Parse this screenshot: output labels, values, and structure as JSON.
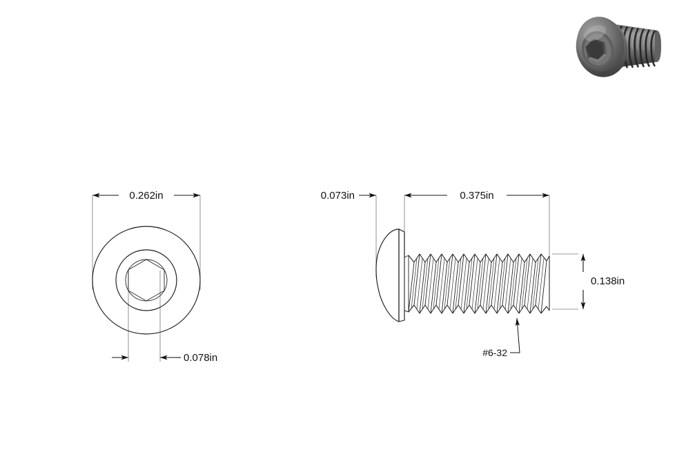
{
  "drawing": {
    "title": "Button Head Socket Cap Screw Technical Drawing",
    "units": "in",
    "line_color": "#1a1a1a",
    "extension_line_color": "#9a9a9a",
    "background": "#ffffff"
  },
  "front_view": {
    "name": "front-view",
    "description": "End-on view of button head screw showing hex socket",
    "dimensions": {
      "head_diameter": {
        "label": "0.262in",
        "value": 0.262,
        "placement": "top",
        "arrow_direction": "outward"
      },
      "socket_across_flats": {
        "label": "0.078in",
        "value": 0.078,
        "placement": "bottom",
        "arrow_direction": "inward"
      }
    }
  },
  "side_view": {
    "name": "side-view",
    "description": "Profile view of button head screw with threads",
    "dimensions": {
      "head_height": {
        "label": "0.073in",
        "value": 0.073,
        "placement": "top-left",
        "arrow_direction": "inward"
      },
      "thread_length": {
        "label": "0.375in",
        "value": 0.375,
        "placement": "top-right",
        "arrow_direction": "outward"
      },
      "thread_diameter": {
        "label": "0.138in",
        "value": 0.138,
        "placement": "right",
        "arrow_direction": "inward",
        "orientation": "vertical"
      }
    },
    "callout": {
      "label": "#6-32",
      "target": "thread",
      "leader": "angled"
    }
  },
  "render_3d": {
    "name": "isometric-render",
    "description": "Shaded 3D render of the button head socket cap screw",
    "body_color": "#6e6e6e",
    "highlight_color": "#9a9a9a",
    "shadow_color": "#3c3c3c",
    "thread_dark": "#2a2a2a"
  }
}
